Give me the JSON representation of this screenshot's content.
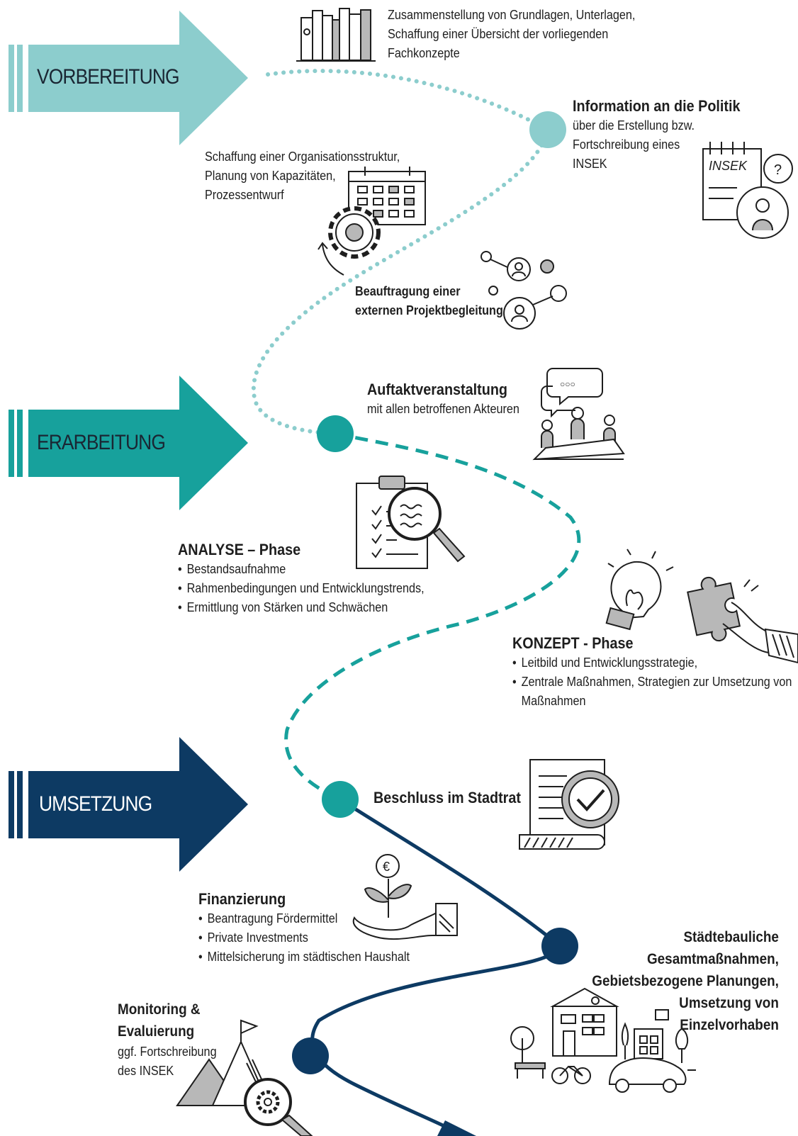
{
  "colors": {
    "phase1": "#8ccdcd",
    "phase2": "#17a19c",
    "phase3": "#0d3a63",
    "ink": "#1e1e1e",
    "sketch_gray": "#b8b8b8"
  },
  "phases": [
    {
      "label": "VORBEREITUNG"
    },
    {
      "label": "ERARBEITUNG"
    },
    {
      "label": "UMSETZUNG"
    }
  ],
  "steps": {
    "grundlagen": {
      "lines": [
        "Zusammenstellung von Grundlagen, Unterlagen,",
        "Schaffung einer Übersicht der vorliegenden",
        "Fachkonzepte"
      ]
    },
    "politik": {
      "title": "Information an die Politik",
      "lines": [
        "über die Erstellung bzw.",
        "Fortschreibung eines",
        "INSEK"
      ]
    },
    "organisation": {
      "lines": [
        "Schaffung einer Organisationsstruktur,",
        "Planung von Kapazitäten,",
        "Prozessentwurf"
      ]
    },
    "beauftragung": {
      "lines": [
        "Beauftragung einer",
        "externen Projektbegleitung"
      ]
    },
    "auftakt": {
      "title": "Auftaktveranstaltung",
      "subtitle": "mit allen betroffenen Akteuren"
    },
    "analyse": {
      "title": "ANALYSE – Phase",
      "bullets": [
        "Bestandsaufnahme",
        "Rahmenbedingungen und Entwicklungstrends,",
        "Ermittlung von Stärken und Schwächen"
      ]
    },
    "konzept": {
      "title": "KONZEPT - Phase",
      "bullets": [
        "Leitbild und Entwicklungsstrategie,",
        "Zentrale Maßnahmen, Strategien zur Umsetzung von"
      ],
      "continuation": "Maßnahmen"
    },
    "beschluss": {
      "title": "Beschluss im Stadtrat"
    },
    "finanzierung": {
      "title": "Finanzierung",
      "bullets": [
        "Beantragung Fördermittel",
        "Private Investments",
        "Mittelsicherung im städtischen Haushalt"
      ]
    },
    "staedtebau": {
      "lines": [
        "Städtebauliche",
        "Gesamtmaßnahmen,",
        "Gebietsbezogene Planungen,",
        "Umsetzung von",
        "Einzelvorhaben"
      ]
    },
    "monitoring": {
      "title_lines": [
        "Monitoring &",
        "Evaluierung"
      ],
      "lines": [
        "ggf. Fortschreibung",
        "des INSEK"
      ]
    }
  },
  "icons": {
    "insek_doc_label": "INSEK",
    "question_mark": "?",
    "euro_symbol": "€",
    "speech_dots": "○○○",
    "names": [
      "books-icon",
      "insek-document-icon",
      "calendar-gear-icon",
      "network-people-icon",
      "meeting-icon",
      "clipboard-magnifier-icon",
      "lightbulb-icon",
      "puzzle-hand-icon",
      "approved-document-icon",
      "money-plant-hand-icon",
      "city-buildings-icon",
      "mountain-gear-icon"
    ]
  }
}
